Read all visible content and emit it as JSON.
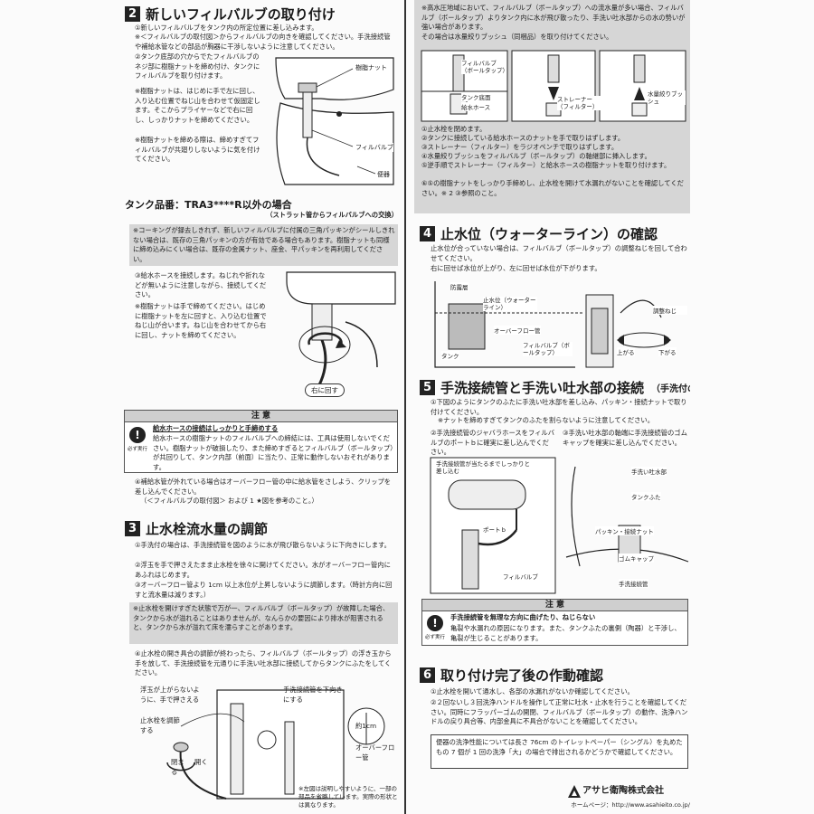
{
  "sec2": {
    "num": "2",
    "title": "新しいフィルバルブの取り付け",
    "p1": "①新しいフィルバルブをタンク内の所定位置に差し込みます。",
    "p1b": "※＜フィルバルブの取付図＞からフィルバルブの向きを確認してください。手洗接続管や補給水管などの部品が胸器に干渉しないように注意してください。",
    "p2": "②タンク底部の穴からでたフィルバルブのネジ部に樹脂ナットを締め付け、タンクにフィルバルブを取り付けます。",
    "p3": "※樹脂ナットは、はじめに手で左に回し、入り込む位置でねじ山を合わせて仮固定します。そこからプライヤーなどで右に回し、しっかりナットを締めてください。",
    "p4": "※樹脂ナットを締める際は、締めすぎてフィルバルブが共廻りしないように気を付けてください。",
    "fig": {
      "nut": "樹脂ナット",
      "fill": "フィルバルブ",
      "toilet": "便器"
    }
  },
  "tank": {
    "title": "タンク品番：TRA3****R以外の場合",
    "subtitle": "（ストラット管からフィルバルブへの交換）",
    "note": "※コーキングが録去しきれず、新しいフィルバルブに付属の三角パッキンがシールしきれない場合は、既存の三角パッキンの方が有効である場合もあります。樹脂ナットも同様に締め込みにくい場合は、既存の金属ナット、座金、平パッキンを再利用してください。",
    "p3": "③給水ホースを接続します。ねじれや折れなどが無いように注意しながら、接続してください。",
    "p4": "※樹脂ナットは手で締めてください。はじめに樹脂ナットを左に回すと、入り込む位置でねじ山が合います。ねじ山を合わせてから右に回し、ナットを締めてください。",
    "turn": "右に回す"
  },
  "caution1": {
    "head": "注 意",
    "icon": "必ず実行",
    "line1": "給水ホースの接続はしっかりと手締めする",
    "line2": "給水ホースの樹脂ナットのフィルバルブへの締結には、工具は使用しないでください。樹脂ナットが破損したり、また締めすぎるとフィルバルブ（ボールタップ）が共回りして、タンク内部（前面）に当たり、正常に動作しないおそれがあります。",
    "line3": "④補給水管が外れている場合はオーバーフロー管の中に給水管をさしよう、クリップを差し込んでください。",
    "line4": "（＜フィルバルブの取付図＞ および 1 ★図を参考のこと。）"
  },
  "sec3": {
    "num": "3",
    "title": "止水栓流水量の調節",
    "p1": "①手洗付の場合は、手洗接続管を図のように水が飛び散らないように下向きにします。",
    "p2": "②浮玉を手で押さえたまま止水栓を徐々に開けてください。水がオーバーフロー管内にあふれはじめます。",
    "p3": "③オーバーフロー管より 1cm 以上水位が上昇しないように調節します。（時計方向に回すと流水量は減ります。）",
    "note": "※止水栓を開けすぎた状態で万が一、フィルバルブ（ボールタップ）が故障した場合、タンクから水が溢れることはありませんが、なんらかの要因により排水が阻害されると、タンクから水が溢れて床を濡らすことがあります。",
    "p4": "④止水栓の開き具合の調節が終わったら、フィルバルブ（ボールタップ）の浮き玉から手を放して、手洗接続管を元通りに手洗い吐水部に接続してからタンクにふたをしてください。",
    "fig": {
      "float": "浮玉が上がらないように、手で押さえる",
      "valve": "止水栓を調節する",
      "open": "開く",
      "close": "閉まる",
      "down": "手洗接続管を下向きにする",
      "cm": "約1cm",
      "over": "オーバーフロー管",
      "note": "※左図は説明しやすいように、一部の部品を省略しています。実際の形状とは異なります。"
    }
  },
  "colR_top": {
    "p1": "※高水圧地域において、フィルバルブ（ボールタップ）への流水量が多い場合、フィルバルブ（ボールタップ）よりタンク内に水が飛び散ったり、手洗い吐水部からの水の勢いが強い場合があります。",
    "p2": "その場合は水量絞りブッシュ（同梱品）を取り付けてください。",
    "fig": {
      "fill": "フィルバルブ（ボールタップ）",
      "bottom": "タンク底面",
      "hose": "給水ホース",
      "strainer": "ストレーナー（フィルター）",
      "bush": "水量絞りブッシュ"
    },
    "s1": "①止水栓を閉めます。",
    "s2": "②タンクに接続している給水ホースのナットを手で取りはずします。",
    "s3": "③ストレーナー（フィルター）をラジオペンチで取りはずします。",
    "s4": "④水量絞りブッシュをフィルバルブ（ボールタップ）の軸継部に挿入します。",
    "s5": "⑤逆手順でストレーナー（フィルター）と給水ホースの樹脂ナットを取り付けます。",
    "s6": "⑥⑤の樹脂ナットをしっかり手締めし、止水栓を開けて水漏れがないことを確認してください。※ 2 ③参照のこと。"
  },
  "sec4": {
    "num": "4",
    "title": "止水位（ウォーターライン）の確認",
    "p1": "止水位が合っていない場合は、フィルバルブ（ボールタップ）の調整ねじを回して合わせてください。",
    "p2": "右に回せば水位が上がり、左に回せば水位が下がります。",
    "fig": {
      "wall": "防露層",
      "level": "止水位（ウォーターライン）",
      "over": "オーバーフロー管",
      "tank": "タンク",
      "fill": "フィルバルブ（ボールタップ）",
      "screw": "調整ねじ",
      "up": "上がる",
      "down": "下がる"
    }
  },
  "sec5": {
    "num": "5",
    "title": "手洗接続管と手洗い吐水部の接続",
    "sub": "（手洗付のみ）",
    "p1": "①下図のようにタンクのふたに手洗い吐水部を差し込み、パッキン・接続ナットで取り付けてください。",
    "p1b": "※ナットを締めすぎてタンクのふたを割らないように注意してください。",
    "p2": "②手洗接続管のジャバラホースをフィルバルブのポートｂに確実に差し込んでください。",
    "p3": "③手洗い吐水部の軸端に手洗接続管のゴムキャップを確実に差し込んでください。",
    "fig": {
      "title": "手洗接続管が当たるまでしっかりと差し込む",
      "port": "ポートｂ",
      "fill": "フィルバルブ",
      "spout": "手洗い吐水部",
      "lid": "タンクふた",
      "nut": "パッキン・接続ナット",
      "cap": "ゴムキャップ",
      "pipe": "手洗接続管"
    }
  },
  "caution2": {
    "head": "注 意",
    "icon": "必ず実行",
    "line1": "手洗接続管を無理な方向に曲げたり、ねじらない",
    "line2": "亀裂や水漏れの原因になります。また、タンクふたの裏側（陶器）と干渉し、亀裂が生じることがあります。"
  },
  "sec6": {
    "num": "6",
    "title": "取り付け完了後の作動確認",
    "p1": "①止水栓を開いて通水し、各部の水漏れがないか確認してください。",
    "p2": "②２回ないし３回洗浄ハンドルを操作して正常に吐水・止水を行うことを確認してください。同時にフラッパーゴムの開閉、フィルバルブ（ボールタップ）の動作、洗浄ハンドルの戻り具合等、内部金具に不具合がないことを確認してください。",
    "box": "便器の洗浄性能については長さ 76cm のトイレットペーパー（シングル）を丸めたもの 7 個が 1 回の洗浄「大」の場合で排出されるかどうかで確認してください。"
  },
  "footer": {
    "logo": "アサヒ衛陶株式会社",
    "home": "ホームページ：http://www.asahieito.co.jp/"
  }
}
